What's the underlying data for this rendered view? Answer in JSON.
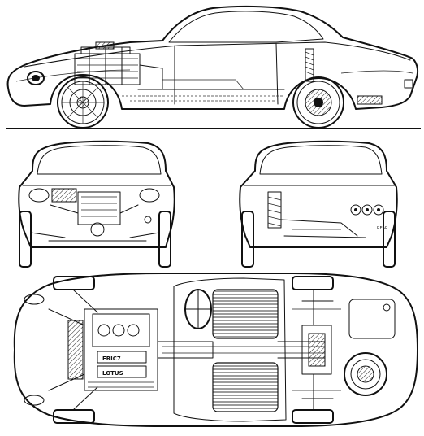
{
  "blueprint": {
    "engine_labels": [
      "FRIC7",
      "LOTUS"
    ],
    "scale_note": "REAR"
  },
  "palette": {
    "ink": "#111111",
    "paper": "#ffffff"
  }
}
